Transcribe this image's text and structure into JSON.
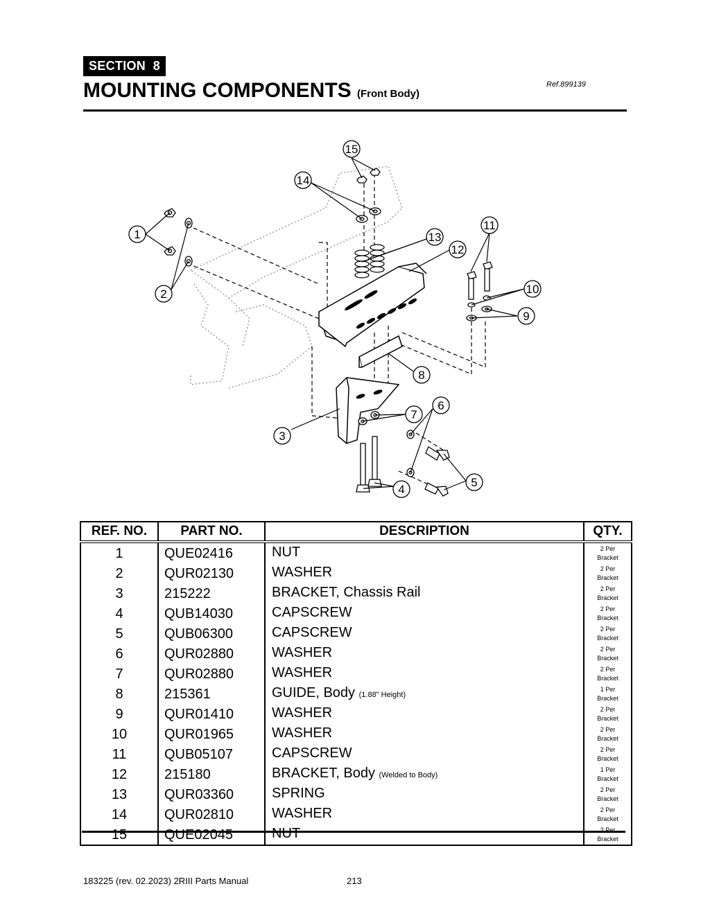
{
  "header": {
    "section_label": "SECTION",
    "section_number": "8",
    "title": "MOUNTING COMPONENTS",
    "subtitle": "(Front Body)",
    "ref": "Ref.899139"
  },
  "diagram": {
    "callouts": [
      "1",
      "2",
      "3",
      "4",
      "5",
      "6",
      "7",
      "8",
      "9",
      "10",
      "11",
      "12",
      "13",
      "14",
      "15"
    ]
  },
  "table": {
    "headers": {
      "ref": "REF. NO.",
      "part": "PART NO.",
      "desc": "DESCRIPTION",
      "qty": "QTY."
    },
    "rows": [
      {
        "ref": "1",
        "part": "QUE02416",
        "desc": "NUT",
        "note": "",
        "qty1": "2 Per",
        "qty2": "Bracket"
      },
      {
        "ref": "2",
        "part": "QUR02130",
        "desc": "WASHER",
        "note": "",
        "qty1": "2 Per",
        "qty2": "Bracket"
      },
      {
        "ref": "3",
        "part": "215222",
        "desc": "BRACKET, Chassis Rail",
        "note": "",
        "qty1": "2 Per",
        "qty2": "Bracket"
      },
      {
        "ref": "4",
        "part": "QUB14030",
        "desc": "CAPSCREW",
        "note": "",
        "qty1": "2 Per",
        "qty2": "Bracket"
      },
      {
        "ref": "5",
        "part": "QUB06300",
        "desc": "CAPSCREW",
        "note": "",
        "qty1": "2 Per",
        "qty2": "Bracket"
      },
      {
        "ref": "6",
        "part": "QUR02880",
        "desc": "WASHER",
        "note": "",
        "qty1": "2 Per",
        "qty2": "Bracket"
      },
      {
        "ref": "7",
        "part": "QUR02880",
        "desc": "WASHER",
        "note": "",
        "qty1": "2 Per",
        "qty2": "Bracket"
      },
      {
        "ref": "8",
        "part": "215361",
        "desc": "GUIDE, Body",
        "note": "(1.88\" Height)",
        "qty1": "1 Per",
        "qty2": "Bracket"
      },
      {
        "ref": "9",
        "part": "QUR01410",
        "desc": "WASHER",
        "note": "",
        "qty1": "2 Per",
        "qty2": "Bracket"
      },
      {
        "ref": "10",
        "part": "QUR01965",
        "desc": "WASHER",
        "note": "",
        "qty1": "2 Per",
        "qty2": "Bracket"
      },
      {
        "ref": "11",
        "part": "QUB05107",
        "desc": "CAPSCREW",
        "note": "",
        "qty1": "2 Per",
        "qty2": "Bracket"
      },
      {
        "ref": "12",
        "part": "215180",
        "desc": "BRACKET, Body",
        "note": "(Welded to Body)",
        "qty1": "1 Per",
        "qty2": "Bracket"
      },
      {
        "ref": "13",
        "part": "QUR03360",
        "desc": "SPRING",
        "note": "",
        "qty1": "2 Per",
        "qty2": "Bracket"
      },
      {
        "ref": "14",
        "part": "QUR02810",
        "desc": "WASHER",
        "note": "",
        "qty1": "2 Per",
        "qty2": "Bracket"
      },
      {
        "ref": "15",
        "part": "QUE02045",
        "desc": "NUT",
        "note": "",
        "qty1": "2 Per",
        "qty2": "Bracket"
      }
    ]
  },
  "footer": {
    "doc": "183225  (rev. 02.2023) 2RIII Parts Manual",
    "page": "213"
  }
}
